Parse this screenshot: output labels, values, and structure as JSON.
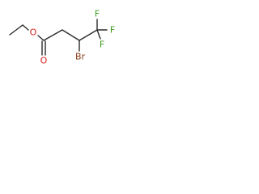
{
  "molecule": {
    "atoms": {
      "o_ether": {
        "label": "O",
        "color": "#d81f1f"
      },
      "o_carbonyl": {
        "label": "O",
        "color": "#d81f1f"
      },
      "br": {
        "label": "Br",
        "color": "#8a3b1a"
      },
      "f1": {
        "label": "F",
        "color": "#3a9a1f"
      },
      "f2": {
        "label": "F",
        "color": "#3a9a1f"
      },
      "f3": {
        "label": "F",
        "color": "#3a9a1f"
      }
    }
  }
}
